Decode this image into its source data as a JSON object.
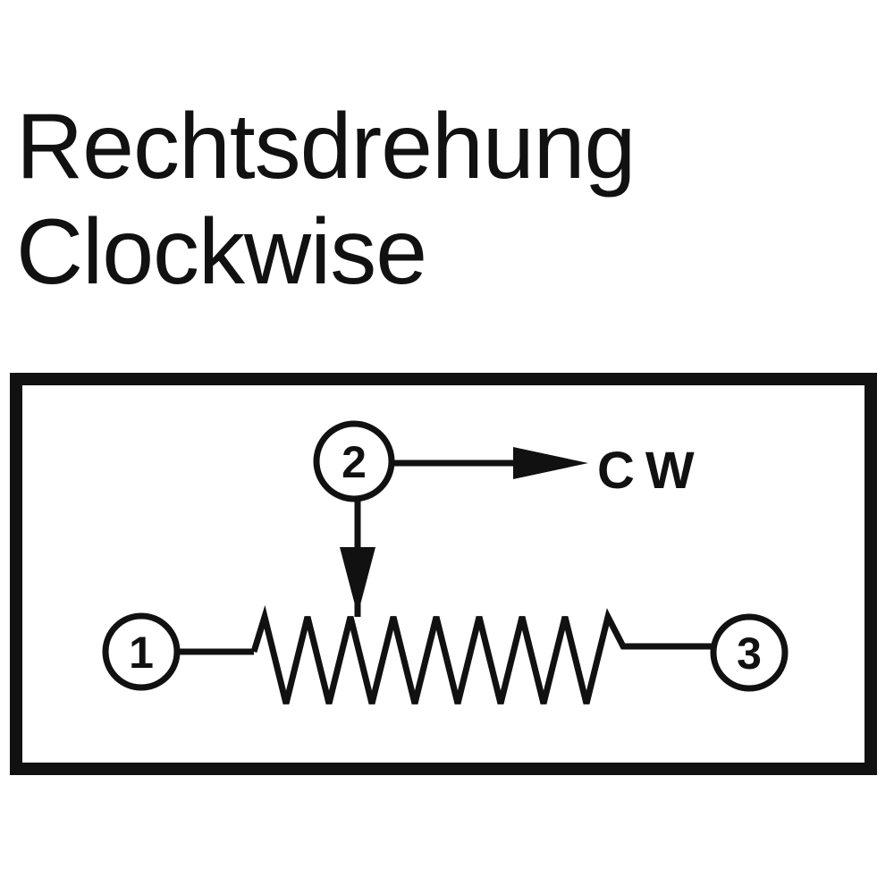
{
  "heading": {
    "line1": "Rechtsdrehung",
    "line2": "Clockwise"
  },
  "diagram": {
    "terminals": [
      {
        "id": "1",
        "label": "1"
      },
      {
        "id": "2",
        "label": "2"
      },
      {
        "id": "3",
        "label": "3"
      }
    ],
    "direction_label": "CW",
    "colors": {
      "ink": "#111111",
      "background": "#ffffff"
    }
  }
}
